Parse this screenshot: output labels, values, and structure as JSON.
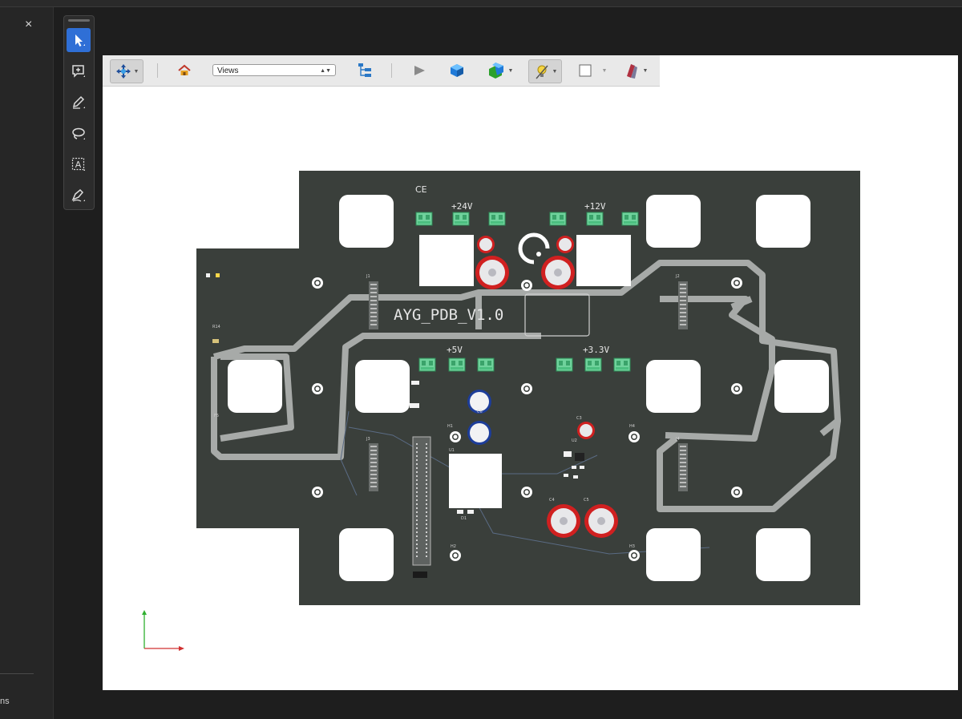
{
  "window": {
    "close_label": "×"
  },
  "left_pane": {
    "bottom_label": "ns"
  },
  "side_tools": [
    {
      "name": "select-tool",
      "icon": "cursor-icon",
      "active": true
    },
    {
      "name": "add-comment-tool",
      "icon": "comment-plus-icon"
    },
    {
      "name": "highlight-tool",
      "icon": "pen-icon"
    },
    {
      "name": "lasso-tool",
      "icon": "lasso-icon"
    },
    {
      "name": "text-box-tool",
      "icon": "text-box-icon"
    },
    {
      "name": "sign-tool",
      "icon": "signature-icon"
    }
  ],
  "viewer_toolbar": {
    "views_select": "Views",
    "buttons": [
      "navigate-icon",
      "home-icon",
      "model-tree-icon",
      "play-icon",
      "shaded-cube-icon",
      "render-mode-icon",
      "lighting-icon",
      "background-color-icon",
      "cross-section-icon"
    ]
  },
  "pcb": {
    "board_title": "AYG_PDB_V1.0",
    "ce_mark": "CE",
    "rails": [
      "+24V",
      "+12V",
      "+5V",
      "+3.3V"
    ],
    "refs": [
      "J1",
      "J2",
      "J3",
      "J4",
      "U1",
      "U2",
      "C3",
      "C4",
      "C5",
      "C6",
      "H1",
      "H2",
      "H3",
      "H4",
      "D1",
      "R14",
      "F5"
    ]
  },
  "colors": {
    "board": "#3a3f3b",
    "trace": "#a7aaa8",
    "connector": "#6fd29c",
    "cap_red": "#d02020",
    "cap_blue": "#1d3d9a",
    "accent": "#2f6fd6"
  }
}
